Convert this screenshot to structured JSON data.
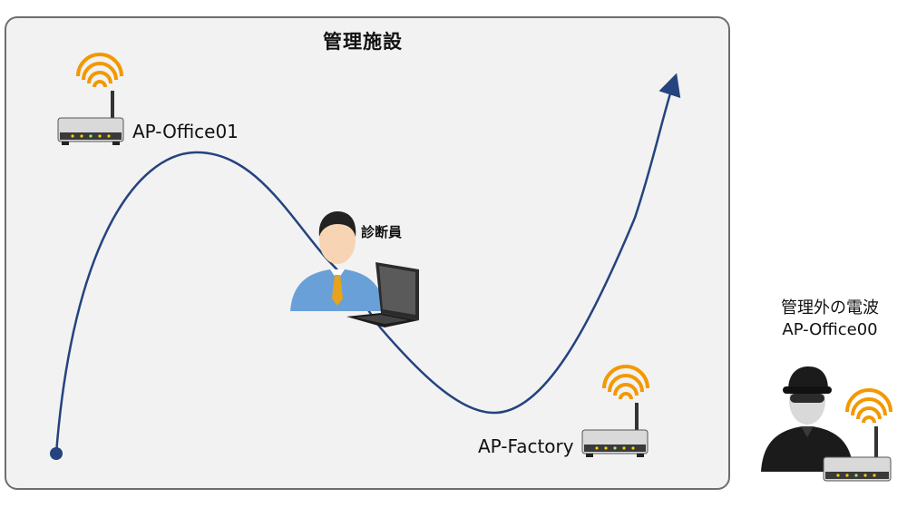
{
  "facility": {
    "title": "管理施設"
  },
  "access_points": [
    {
      "name": "AP-Office01"
    },
    {
      "name": "AP-Factory"
    }
  ],
  "diagnostician": {
    "label": "診断員"
  },
  "outside": {
    "line1": "管理外の電波",
    "line2": "AP-Office00"
  },
  "colors": {
    "path": "#24437f",
    "wifi": "#f39800",
    "facility_bg": "#f2f2f2",
    "facility_border": "#6e6e6e",
    "suit": "#6aa0d8",
    "tie": "#e8a31c"
  }
}
